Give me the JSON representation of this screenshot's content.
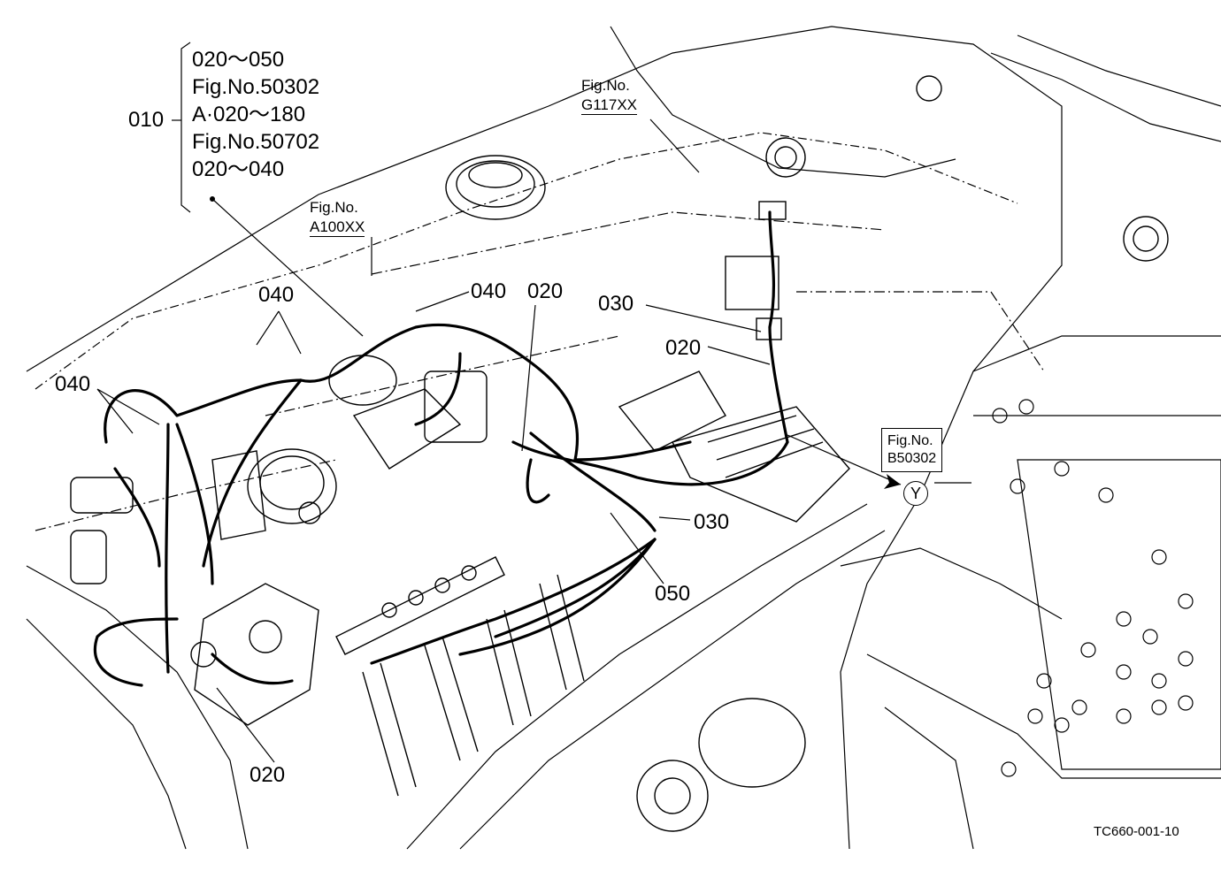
{
  "callout_group": {
    "id": "010",
    "lines": [
      "020～050",
      "Fig.No.50302",
      "A·020～180",
      "Fig.No.50702",
      "020～040"
    ]
  },
  "figure_refs": [
    {
      "label": "Fig.No.",
      "code": "A100XX"
    },
    {
      "label": "Fig.No.",
      "code": "G117XX"
    },
    {
      "label": "Fig.No.",
      "code": "B50302"
    }
  ],
  "connector_mark": "Y",
  "part_labels": {
    "p040_top": "040",
    "p040_right": "040",
    "p040_left": "040",
    "p020_top": "020",
    "p030_top": "030",
    "p020_mid": "020",
    "p030_mid": "030",
    "p050": "050",
    "p020_bottom": "020"
  },
  "drawing_code": "TC660-001-10"
}
